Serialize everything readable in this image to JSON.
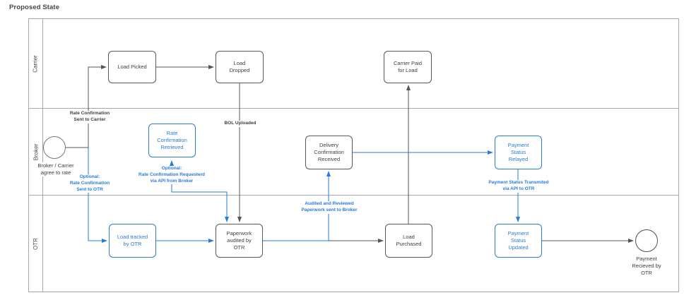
{
  "title": "Proposed State",
  "colors": {
    "accent_blue": "#2a7ad9",
    "arrow_gray": "#555555",
    "lane_border": "#a8a8a8",
    "text_dark": "#3d3d3d"
  },
  "lanes": [
    {
      "label": "Carrier"
    },
    {
      "label": "Broker"
    },
    {
      "label": "OTR"
    }
  ],
  "nodes": {
    "start_event_label": "Broker / Carrier\nagree to rate",
    "load_picked": "Load Picked",
    "load_dropped": "Load\nDropped",
    "carrier_paid": "Carrier Paid\nfor Load",
    "rate_conf_retrieved": "Rate\nConfirmation\nRetrieved",
    "delivery_conf_received": "Delivery\nConfirmation\nReceived",
    "payment_status_relayed": "Payment\nStatus\nRelayed",
    "load_tracked": "Load tracked\nby OTR",
    "paperwork_audited": "Paperwork\naudited by\nOTR",
    "load_purchased": "Load\nPurchased",
    "payment_status_updated": "Payment\nStatus\nUpdated",
    "end_event_label": "Payment Recieved by\nOTR"
  },
  "edge_labels": {
    "rate_conf_sent_carrier": "Rate Confirmation\nSent to Carrier",
    "bol_uploaded": "BOL Uploaded",
    "optional_rate_conf_otr": "Optional:\nRate Confirmation\nSent to OTR",
    "optional_rate_conf_requested": "Optional:\nRate Confirmation Requesterd\nvia API from Broker",
    "audited_reviewed": "Audited and Reviewed\nPaperwork sent to Broker",
    "payment_status_transmitted": "Payment Status Transmited\nvia API to OTR"
  }
}
